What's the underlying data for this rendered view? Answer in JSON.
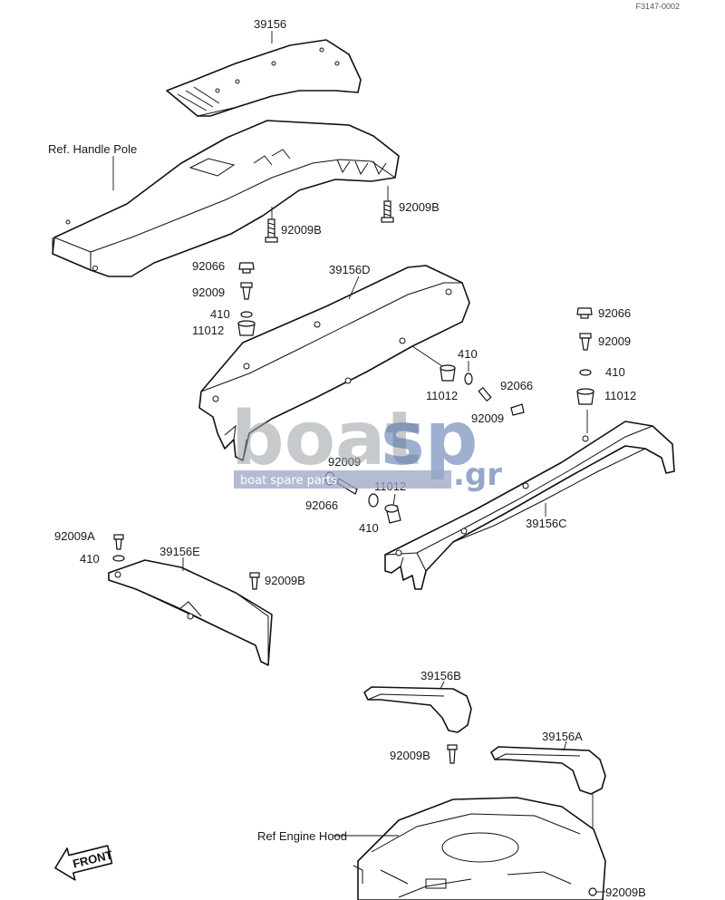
{
  "figure_code": "F3147-0002",
  "labels": {
    "l39156": "39156",
    "ref_handle_pole": "Ref. Handle Pole",
    "l92009b_1": "92009B",
    "l92009b_2": "92009B",
    "l92066_1": "92066",
    "l92009_1": "92009",
    "l410_1": "410",
    "l11012_1": "11012",
    "l39156d": "39156D",
    "l410_2": "410",
    "l11012_2": "11012",
    "l92066_2": "92066",
    "l92009_2": "92009",
    "l92066_3": "92066",
    "l92009_3": "92009",
    "l410_3": "410",
    "l11012_3": "11012",
    "l92009_4": "92009",
    "l92066_4": "92066",
    "l11012_4": "11012",
    "l410_4": "410",
    "l39156c": "39156C",
    "l92009a": "92009A",
    "l410_5": "410",
    "l39156e": "39156E",
    "l92009b_3": "92009B",
    "l39156b": "39156B",
    "l39156a": "39156A",
    "l92009b_4": "92009B",
    "ref_engine_hood": "Ref Engine Hood",
    "l92009b_5": "92009B"
  },
  "front_arrow": "FRONT",
  "watermark": {
    "word1": "boat",
    "word2": "sp",
    "tld": ".gr",
    "tagline": "boat spare parts"
  }
}
